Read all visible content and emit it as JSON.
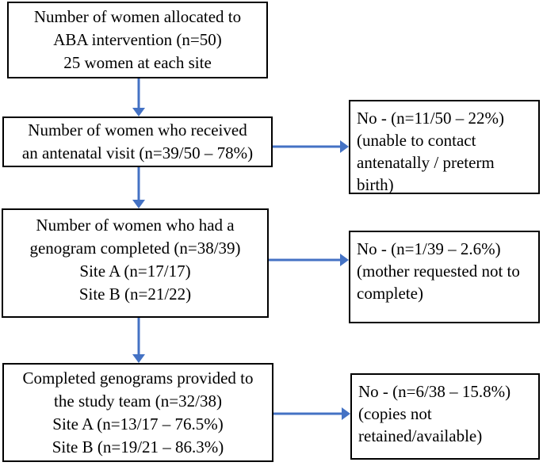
{
  "figure": {
    "colors": {
      "arrow_color": "#4472C4",
      "border_color": "#000000",
      "background_color": "#ffffff",
      "text_color": "#000000"
    },
    "boxes": {
      "allocated": {
        "lines": [
          "Number of women allocated to",
          "ABA intervention (n=50)",
          "25 women at each site"
        ]
      },
      "antenatal": {
        "lines": [
          "Number of women who received",
          "an antenatal visit (n=39/50 – 78%)"
        ]
      },
      "genogram": {
        "lines": [
          "Number of women who had a",
          "genogram completed (n=38/39)",
          "Site A (n=17/17)",
          "Site B (n=21/22)"
        ]
      },
      "provided": {
        "lines": [
          "Completed genograms provided to",
          "the study team (n=32/38)",
          "Site A (n=13/17 – 76.5%)",
          "Site B (n=19/21 – 86.3%)"
        ]
      },
      "no_antenatal": {
        "lines": [
          "No - (n=11/50 – 22%)",
          "(unable to contact",
          "antenatally / preterm",
          "birth)"
        ]
      },
      "no_genogram": {
        "lines": [
          "No - (n=1/39 – 2.6%)",
          "(mother requested not to",
          "complete)"
        ]
      },
      "no_copies": {
        "lines": [
          "No - (n=6/38 – 15.8%)",
          "(copies not",
          "retained/available)"
        ]
      }
    }
  }
}
